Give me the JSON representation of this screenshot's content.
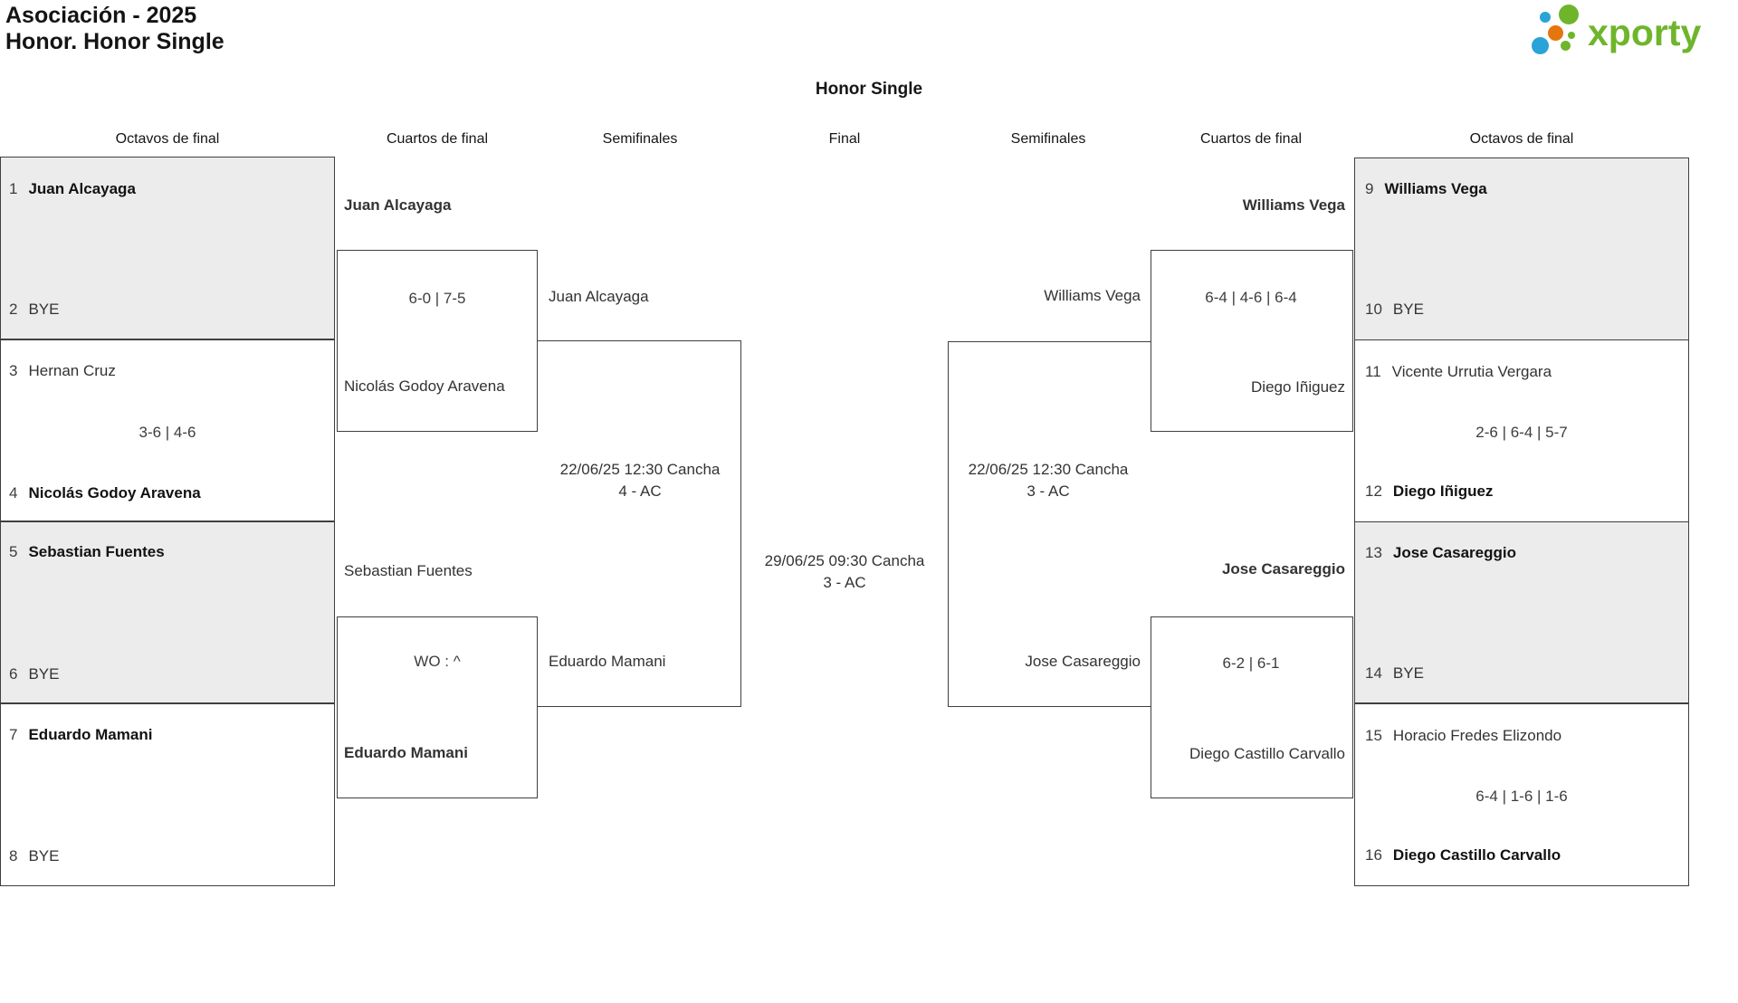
{
  "header": {
    "title_line1": "Asociación - 2025",
    "title_line2": "Honor. Honor Single",
    "logo_text": "xporty"
  },
  "colors": {
    "logo_green": "#6fb52c",
    "logo_blue": "#29a3d8",
    "logo_orange": "#e5760d",
    "bye_fill": "#ececec",
    "border": "#3f3f3f"
  },
  "bracket": {
    "title": "Honor Single",
    "round_headers": [
      "Octavos de final",
      "Cuartos de final",
      "Semifinales",
      "Final",
      "Semifinales",
      "Cuartos de final",
      "Octavos de final"
    ],
    "octavos_left": [
      {
        "p1_seed": "1",
        "p1": "Juan Alcayaga",
        "p2_seed": "2",
        "p2": "BYE"
      },
      {
        "p1_seed": "3",
        "p1": "Hernan Cruz",
        "score": "3-6 | 4-6",
        "p2_seed": "4",
        "p2": "Nicolás Godoy Aravena"
      },
      {
        "p1_seed": "5",
        "p1": "Sebastian Fuentes",
        "p2_seed": "6",
        "p2": "BYE"
      },
      {
        "p1_seed": "7",
        "p1": "Eduardo Mamani",
        "p2_seed": "8",
        "p2": "BYE"
      }
    ],
    "cuartos_left": [
      {
        "p1": "Juan Alcayaga",
        "score": "6-0 | 7-5",
        "p2": "Nicolás Godoy Aravena"
      },
      {
        "p1": "Sebastian Fuentes",
        "score": "WO : ^",
        "p2": "Eduardo Mamani"
      }
    ],
    "semifinal_left": {
      "p1": "Juan Alcayaga",
      "schedule": [
        "22/06/25 12:30 Cancha",
        "4 - AC"
      ],
      "p2": "Eduardo Mamani"
    },
    "final": {
      "schedule": [
        "29/06/25 09:30 Cancha",
        "3 - AC"
      ]
    },
    "semifinal_right": {
      "p1": "Williams Vega",
      "schedule": [
        "22/06/25 12:30 Cancha",
        "3 - AC"
      ],
      "p2": "Jose Casareggio"
    },
    "cuartos_right": [
      {
        "p1": "Williams Vega",
        "score": "6-4 | 4-6 | 6-4",
        "p2": "Diego Iñiguez"
      },
      {
        "p1": "Jose Casareggio",
        "score": "6-2 | 6-1",
        "p2": "Diego Castillo Carvallo"
      }
    ],
    "octavos_right": [
      {
        "p1_seed": "9",
        "p1": "Williams Vega",
        "p2_seed": "10",
        "p2": "BYE"
      },
      {
        "p1_seed": "11",
        "p1": "Vicente Urrutia Vergara",
        "score": "2-6 | 6-4 | 5-7",
        "p2_seed": "12",
        "p2": "Diego Iñiguez"
      },
      {
        "p1_seed": "13",
        "p1": "Jose Casareggio",
        "p2_seed": "14",
        "p2": "BYE"
      },
      {
        "p1_seed": "15",
        "p1": "Horacio Fredes Elizondo",
        "score": "6-4 | 1-6 | 1-6",
        "p2_seed": "16",
        "p2": "Diego Castillo Carvallo"
      }
    ]
  }
}
